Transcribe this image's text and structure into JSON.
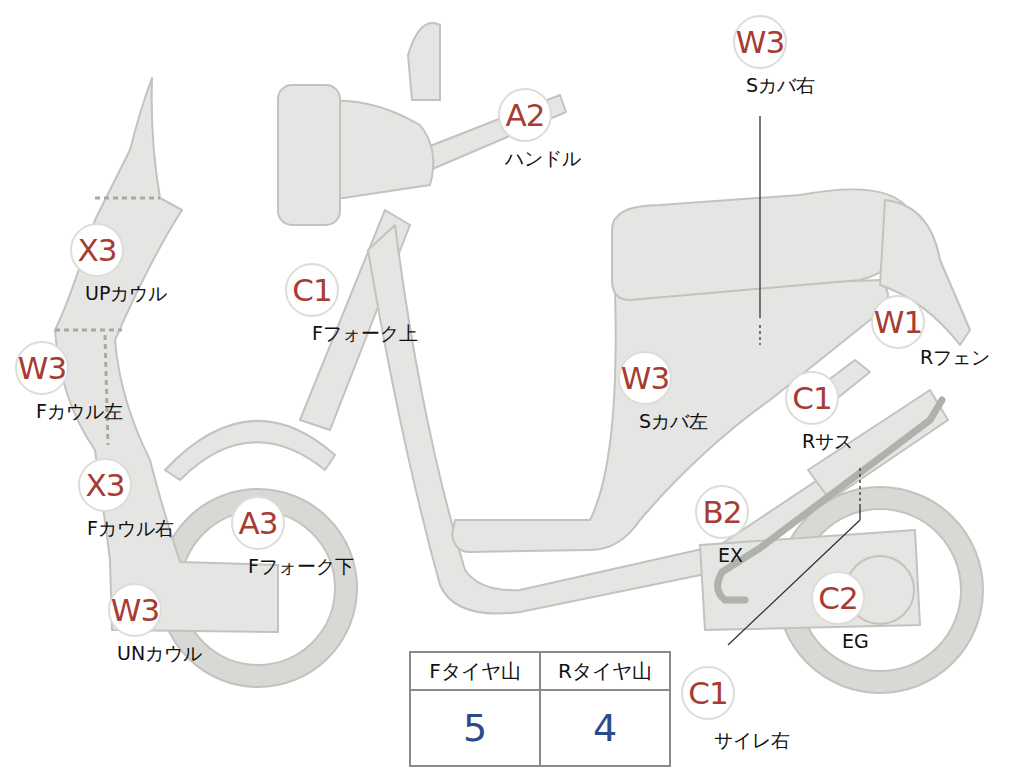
{
  "diagram": {
    "nodes": [
      {
        "text": [
          "W3",
          "Sカバ右"
        ]
      },
      {
        "text": [
          "A2",
          "ハンドル"
        ]
      },
      {
        "text": [
          "X3",
          "UPカウル"
        ]
      },
      {
        "text": [
          "C1",
          "Fフォーク上"
        ]
      },
      {
        "text": [
          "W3",
          "Sカバ左"
        ]
      },
      {
        "text": [
          "W1",
          "Rフェン"
        ]
      },
      {
        "text": [
          "W3",
          "Fカウル左"
        ]
      },
      {
        "text": [
          "C1",
          "Rサス"
        ]
      },
      {
        "text": [
          "X3",
          "Fカウル右"
        ]
      },
      {
        "text": [
          "A3",
          "Fフォーク下"
        ]
      },
      {
        "text": [
          "B2",
          "EX"
        ]
      },
      {
        "text": [
          "W3",
          "UNカウル"
        ]
      },
      {
        "text": [
          "C2",
          "EG"
        ]
      },
      {
        "text": [
          "C1",
          "サイレ右"
        ]
      }
    ],
    "edges": [],
    "labels": [
      "Fタイヤ山",
      "Rタイヤ山",
      "5",
      "4"
    ]
  }
}
